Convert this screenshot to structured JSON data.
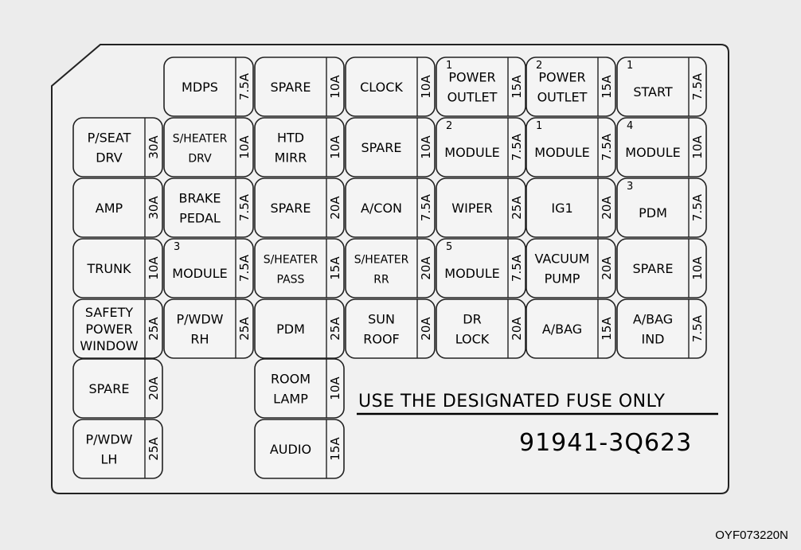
{
  "panel": {
    "notice": "USE THE DESIGNATED FUSE ONLY",
    "part_number": "91941-3Q623"
  },
  "figure_code": "OYF073220N",
  "fuses": [
    {
      "id": "mdps",
      "lines": [
        "MDPS"
      ],
      "num": "",
      "amp": "7.5A",
      "col": 1,
      "row": 0
    },
    {
      "id": "spare-r0c2",
      "lines": [
        "SPARE"
      ],
      "num": "",
      "amp": "10A",
      "col": 2,
      "row": 0
    },
    {
      "id": "clock",
      "lines": [
        "CLOCK"
      ],
      "num": "",
      "amp": "10A",
      "col": 3,
      "row": 0
    },
    {
      "id": "power-outlet-1",
      "lines": [
        "POWER",
        "OUTLET"
      ],
      "num": "1",
      "amp": "15A",
      "col": 4,
      "row": 0
    },
    {
      "id": "power-outlet-2",
      "lines": [
        "POWER",
        "OUTLET"
      ],
      "num": "2",
      "amp": "15A",
      "col": 5,
      "row": 0
    },
    {
      "id": "start-1",
      "lines": [
        "START"
      ],
      "num": "1",
      "amp": "7.5A",
      "col": 6,
      "row": 0
    },
    {
      "id": "p-seat-drv",
      "lines": [
        "P/SEAT",
        "DRV"
      ],
      "num": "",
      "amp": "30A",
      "col": 0,
      "row": 1
    },
    {
      "id": "s-heater-drv",
      "lines": [
        "S/HEATER",
        "DRV"
      ],
      "num": "",
      "amp": "10A",
      "col": 1,
      "row": 1
    },
    {
      "id": "htd-mirr",
      "lines": [
        "HTD",
        "MIRR"
      ],
      "num": "",
      "amp": "10A",
      "col": 2,
      "row": 1
    },
    {
      "id": "spare-r1c3",
      "lines": [
        "SPARE"
      ],
      "num": "",
      "amp": "10A",
      "col": 3,
      "row": 1
    },
    {
      "id": "module-2",
      "lines": [
        "MODULE"
      ],
      "num": "2",
      "amp": "7.5A",
      "col": 4,
      "row": 1
    },
    {
      "id": "module-1",
      "lines": [
        "MODULE"
      ],
      "num": "1",
      "amp": "7.5A",
      "col": 5,
      "row": 1
    },
    {
      "id": "module-4",
      "lines": [
        "MODULE"
      ],
      "num": "4",
      "amp": "10A",
      "col": 6,
      "row": 1
    },
    {
      "id": "amp",
      "lines": [
        "AMP"
      ],
      "num": "",
      "amp": "30A",
      "col": 0,
      "row": 2
    },
    {
      "id": "brake-pedal",
      "lines": [
        "BRAKE",
        "PEDAL"
      ],
      "num": "",
      "amp": "7.5A",
      "col": 1,
      "row": 2
    },
    {
      "id": "spare-r2c2",
      "lines": [
        "SPARE"
      ],
      "num": "",
      "amp": "20A",
      "col": 2,
      "row": 2
    },
    {
      "id": "a-con",
      "lines": [
        "A/CON"
      ],
      "num": "",
      "amp": "7.5A",
      "col": 3,
      "row": 2
    },
    {
      "id": "wiper",
      "lines": [
        "WIPER"
      ],
      "num": "",
      "amp": "25A",
      "col": 4,
      "row": 2
    },
    {
      "id": "ig1",
      "lines": [
        "IG1"
      ],
      "num": "",
      "amp": "20A",
      "col": 5,
      "row": 2
    },
    {
      "id": "pdm-3",
      "lines": [
        "PDM"
      ],
      "num": "3",
      "amp": "7.5A",
      "col": 6,
      "row": 2
    },
    {
      "id": "trunk",
      "lines": [
        "TRUNK"
      ],
      "num": "",
      "amp": "10A",
      "col": 0,
      "row": 3
    },
    {
      "id": "module-3",
      "lines": [
        "MODULE"
      ],
      "num": "3",
      "amp": "7.5A",
      "col": 1,
      "row": 3
    },
    {
      "id": "s-heater-pass",
      "lines": [
        "S/HEATER",
        "PASS"
      ],
      "num": "",
      "amp": "15A",
      "col": 2,
      "row": 3
    },
    {
      "id": "s-heater-rr",
      "lines": [
        "S/HEATER",
        "RR"
      ],
      "num": "",
      "amp": "20A",
      "col": 3,
      "row": 3
    },
    {
      "id": "module-5",
      "lines": [
        "MODULE"
      ],
      "num": "5",
      "amp": "7.5A",
      "col": 4,
      "row": 3
    },
    {
      "id": "vacuum-pump",
      "lines": [
        "VACUUM",
        "PUMP"
      ],
      "num": "",
      "amp": "20A",
      "col": 5,
      "row": 3
    },
    {
      "id": "spare-r3c6",
      "lines": [
        "SPARE"
      ],
      "num": "",
      "amp": "10A",
      "col": 6,
      "row": 3
    },
    {
      "id": "safety-power-window",
      "lines": [
        "SAFETY",
        "POWER",
        "WINDOW"
      ],
      "num": "",
      "amp": "25A",
      "col": 0,
      "row": 4
    },
    {
      "id": "p-wdw-rh",
      "lines": [
        "P/WDW",
        "RH"
      ],
      "num": "",
      "amp": "25A",
      "col": 1,
      "row": 4
    },
    {
      "id": "pdm",
      "lines": [
        "PDM"
      ],
      "num": "",
      "amp": "25A",
      "col": 2,
      "row": 4
    },
    {
      "id": "sun-roof",
      "lines": [
        "SUN",
        "ROOF"
      ],
      "num": "",
      "amp": "20A",
      "col": 3,
      "row": 4
    },
    {
      "id": "dr-lock",
      "lines": [
        "DR",
        "LOCK"
      ],
      "num": "",
      "amp": "20A",
      "col": 4,
      "row": 4
    },
    {
      "id": "a-bag",
      "lines": [
        "A/BAG"
      ],
      "num": "",
      "amp": "15A",
      "col": 5,
      "row": 4
    },
    {
      "id": "a-bag-ind",
      "lines": [
        "A/BAG",
        "IND"
      ],
      "num": "",
      "amp": "7.5A",
      "col": 6,
      "row": 4
    },
    {
      "id": "spare-r5c0",
      "lines": [
        "SPARE"
      ],
      "num": "",
      "amp": "20A",
      "col": 0,
      "row": 5
    },
    {
      "id": "room-lamp",
      "lines": [
        "ROOM",
        "LAMP"
      ],
      "num": "",
      "amp": "10A",
      "col": 2,
      "row": 5
    },
    {
      "id": "p-wdw-lh",
      "lines": [
        "P/WDW",
        "LH"
      ],
      "num": "",
      "amp": "25A",
      "col": 0,
      "row": 6
    },
    {
      "id": "audio",
      "lines": [
        "AUDIO"
      ],
      "num": "",
      "amp": "15A",
      "col": 2,
      "row": 6
    }
  ]
}
